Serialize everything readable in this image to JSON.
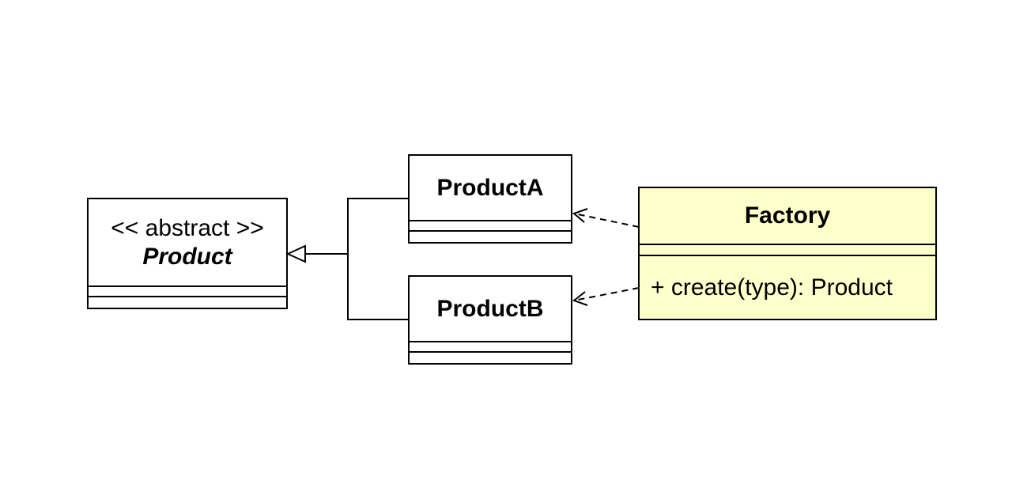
{
  "classes": {
    "product": {
      "stereotype": "<< abstract >>",
      "name": "Product"
    },
    "product_a": {
      "name": "ProductA"
    },
    "product_b": {
      "name": "ProductB"
    },
    "factory": {
      "name": "Factory",
      "operations": [
        "+ create(type): Product"
      ],
      "fill_color": "#ffffcc"
    }
  },
  "relationships": [
    {
      "type": "generalization",
      "from": "ProductA",
      "to": "Product"
    },
    {
      "type": "generalization",
      "from": "ProductB",
      "to": "Product"
    },
    {
      "type": "dependency",
      "from": "Factory",
      "to": "ProductA"
    },
    {
      "type": "dependency",
      "from": "Factory",
      "to": "ProductB"
    }
  ]
}
